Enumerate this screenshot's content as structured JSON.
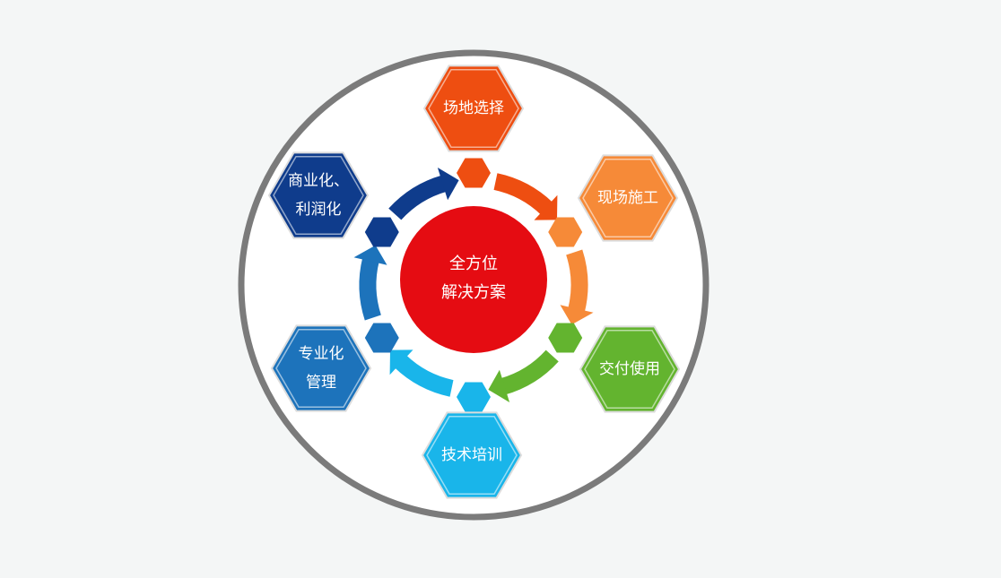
{
  "center": {
    "lines": [
      "全方位",
      "解决方案"
    ],
    "color": "#e50c12"
  },
  "outer_ring": {
    "border_color": "#7b7b7b",
    "fill": "#ffffff"
  },
  "stages": [
    {
      "id": "site-selection",
      "lines": [
        "场地选择"
      ],
      "color": "#ee4e11"
    },
    {
      "id": "construction",
      "lines": [
        "现场施工"
      ],
      "color": "#f68a38"
    },
    {
      "id": "delivery",
      "lines": [
        "交付使用"
      ],
      "color": "#63b42f"
    },
    {
      "id": "training",
      "lines": [
        "技术培训"
      ],
      "color": "#19b5ea"
    },
    {
      "id": "management",
      "lines": [
        "专业化",
        "管理"
      ],
      "color": "#1d73bb"
    },
    {
      "id": "commercialization",
      "lines": [
        "商业化、",
        "利润化"
      ],
      "color": "#0f3c8c"
    }
  ]
}
